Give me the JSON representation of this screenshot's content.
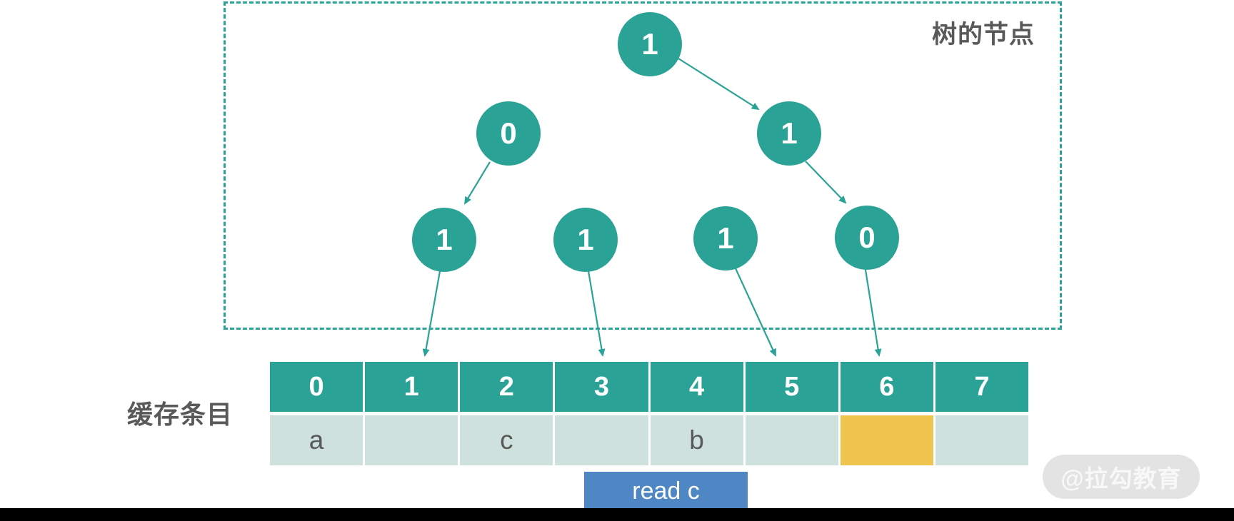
{
  "labels": {
    "tree_box": "树的节点",
    "cache_table": "缓存条目"
  },
  "tree": {
    "nodes": [
      {
        "id": "root",
        "label": "1",
        "level": 1
      },
      {
        "id": "left",
        "label": "0",
        "level": 2
      },
      {
        "id": "right",
        "label": "1",
        "level": 2
      },
      {
        "id": "left-left",
        "label": "1",
        "level": 3
      },
      {
        "id": "left-right",
        "label": "1",
        "level": 3
      },
      {
        "id": "right-left",
        "label": "1",
        "level": 3
      },
      {
        "id": "right-right",
        "label": "0",
        "level": 3
      }
    ],
    "edges": [
      {
        "from": "root",
        "to": "right"
      },
      {
        "from": "left",
        "to": "left-left"
      },
      {
        "from": "right",
        "to": "right-right"
      },
      {
        "from": "left-left",
        "to": "cache-cell-1"
      },
      {
        "from": "left-right",
        "to": "cache-cell-3"
      },
      {
        "from": "right-left",
        "to": "cache-cell-5"
      },
      {
        "from": "right-right",
        "to": "cache-cell-6"
      }
    ]
  },
  "cache": {
    "indices": [
      "0",
      "1",
      "2",
      "3",
      "4",
      "5",
      "6",
      "7"
    ],
    "values": [
      "a",
      "",
      "c",
      "",
      "b",
      "",
      "",
      ""
    ],
    "highlighted_index": 6
  },
  "action": {
    "label": "read c"
  },
  "watermark": {
    "text": "@拉勾教育"
  },
  "colors": {
    "teal": "#2aa396",
    "cell_light": "#cfe1dd",
    "highlight_yellow": "#efc44f",
    "button_blue": "#4f86c4",
    "text_gray": "#595959",
    "watermark_gray": "#e3e3e3"
  }
}
